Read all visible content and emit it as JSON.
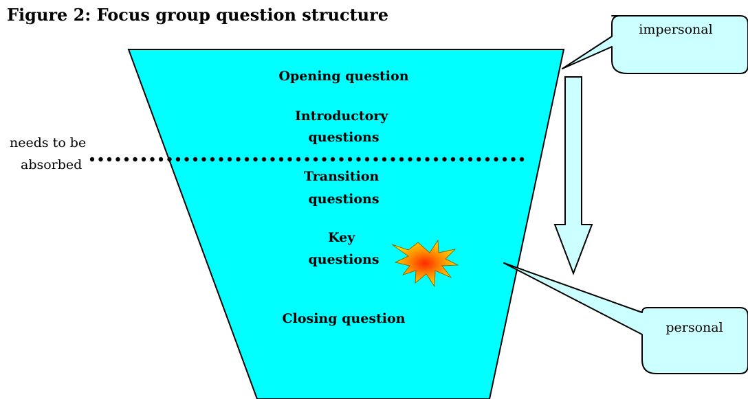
{
  "title": "Figure 2: Focus group question structure",
  "stages": {
    "opening": [
      "Opening question"
    ],
    "introductory": [
      "Introductory",
      "questions"
    ],
    "transition": [
      "Transition",
      "questions"
    ],
    "key": [
      "Key",
      "questions"
    ],
    "closing": [
      "Closing question"
    ]
  },
  "absorbed_note": [
    "needs to be",
    "absorbed"
  ],
  "callouts": {
    "top": "impersonal",
    "bottom": "personal"
  },
  "colors": {
    "funnel_fill": "#00ffff",
    "callout_fill": "#ccffff",
    "arrow_fill": "#ccffff",
    "stroke": "#000000",
    "burst_outer": "#ffd700",
    "burst_inner": "#ff3300"
  },
  "icons": {
    "burst": "explosion-burst-icon",
    "arrow": "down-arrow-icon"
  }
}
